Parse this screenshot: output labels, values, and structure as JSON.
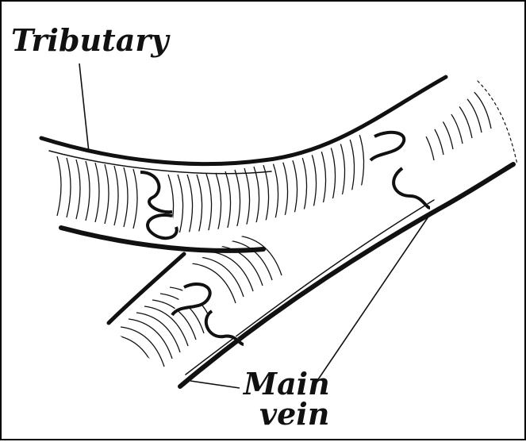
{
  "labels": {
    "tributary": "Tributary",
    "main_line1": "Main",
    "main_line2": "vein"
  },
  "colors": {
    "ink": "#111111",
    "background": "#ffffff"
  }
}
